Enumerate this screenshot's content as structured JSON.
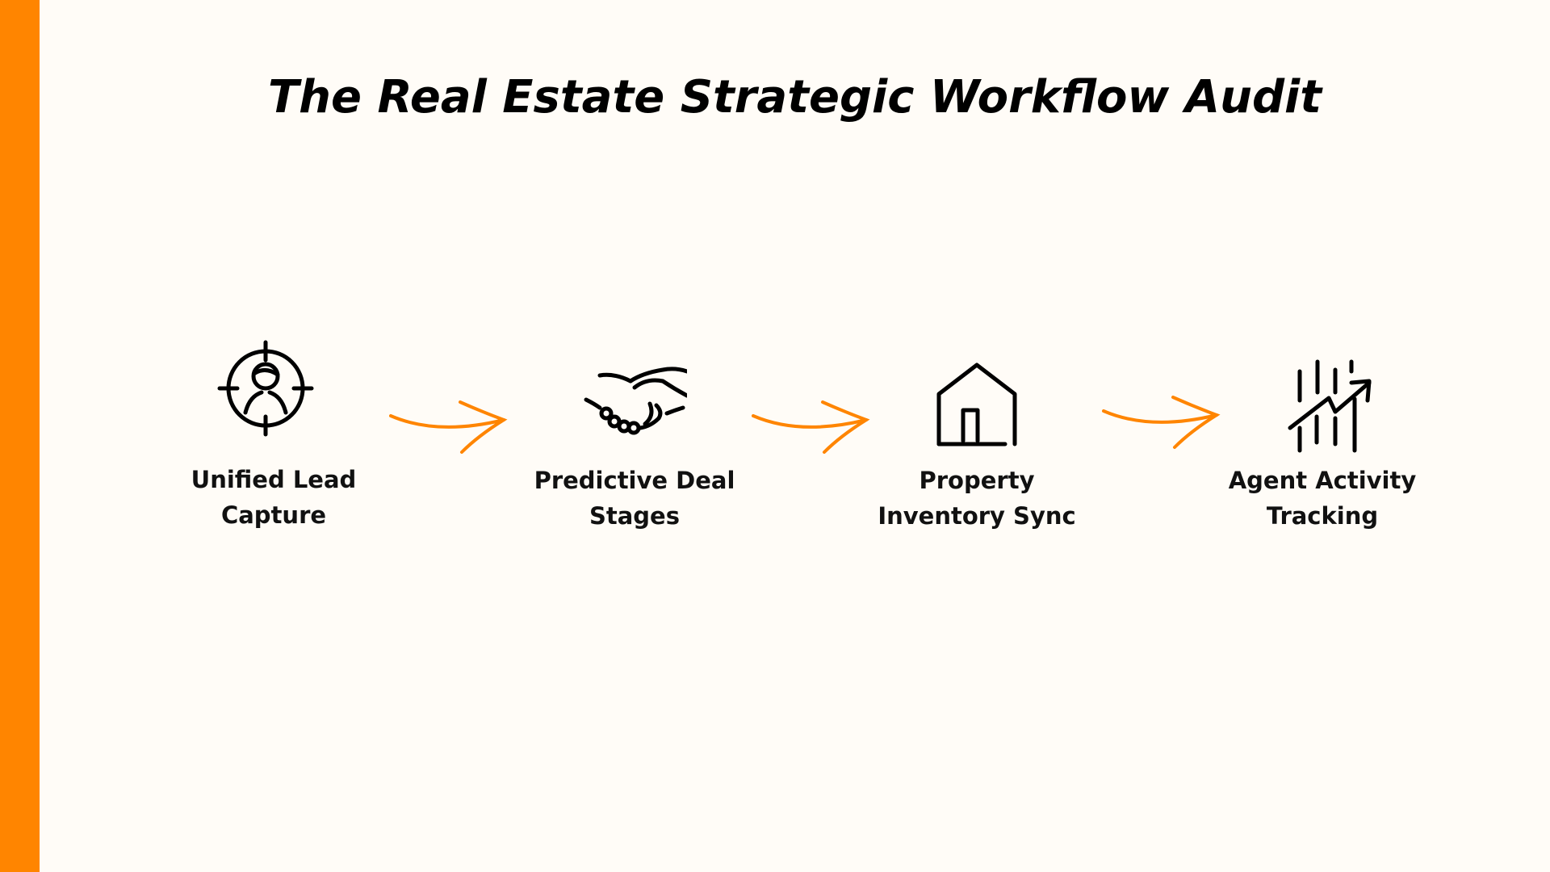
{
  "title": "The Real Estate Strategic Workflow Audit",
  "colors": {
    "accent": "#FF8500",
    "background": "#FFFCF7",
    "ink": "#000000"
  },
  "steps": [
    {
      "icon": "target-person-icon",
      "line1": "Unified Lead",
      "line2": "Capture"
    },
    {
      "icon": "handshake-icon",
      "line1": "Predictive Deal",
      "line2": "Stages"
    },
    {
      "icon": "house-icon",
      "line1": "Property",
      "line2": "Inventory Sync"
    },
    {
      "icon": "growth-chart-icon",
      "line1": "Agent Activity",
      "line2": "Tracking"
    }
  ]
}
